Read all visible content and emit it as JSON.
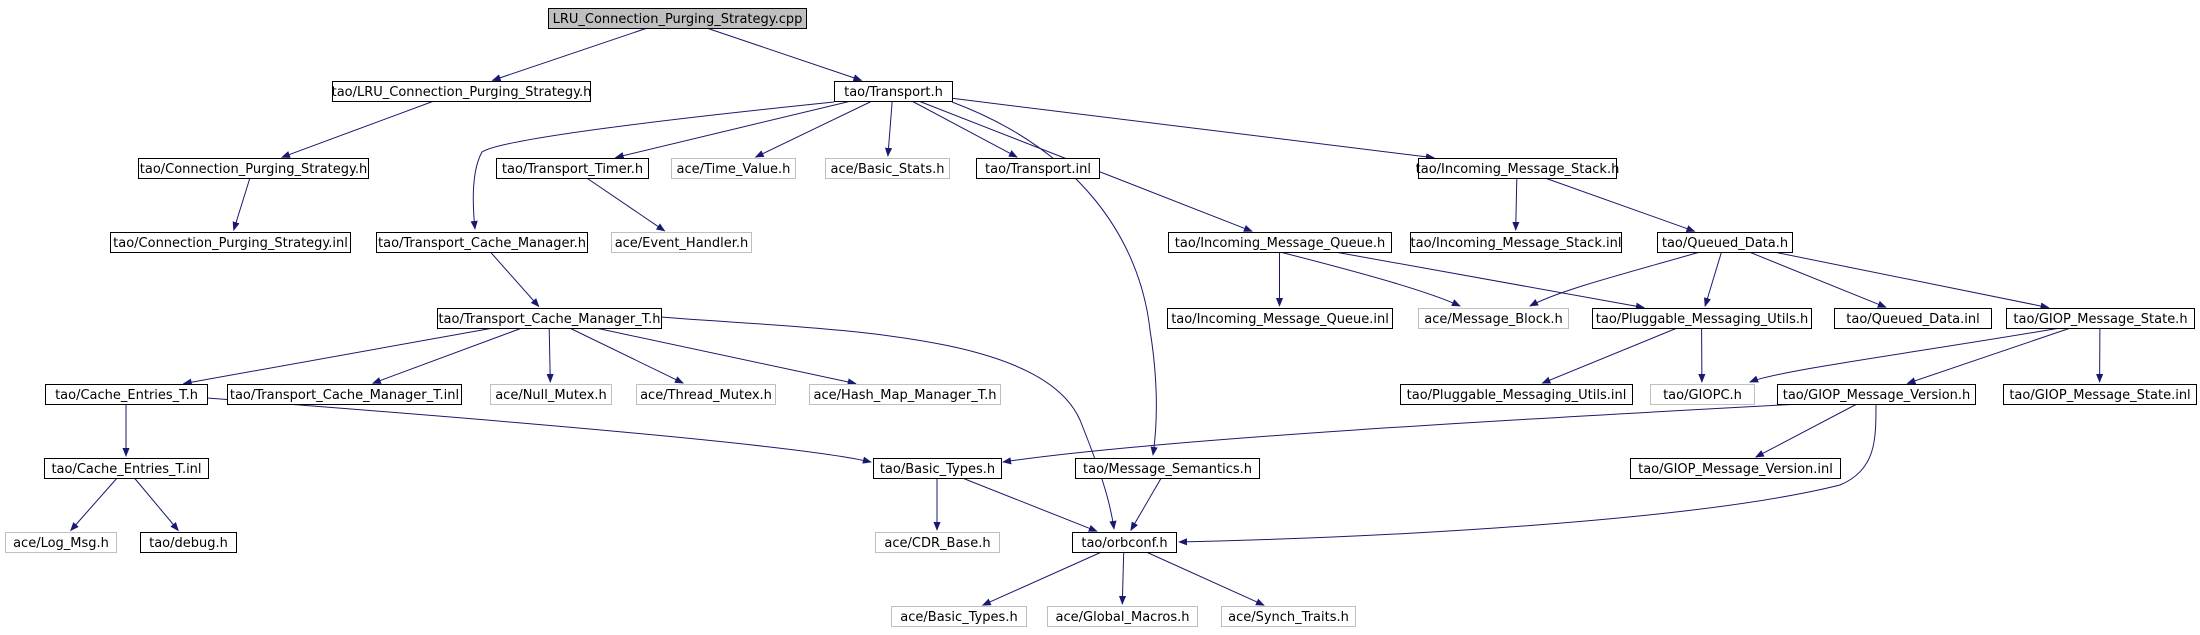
{
  "title": "LRU_Connection_Purging_Strategy.cpp",
  "colors": {
    "edge": "#191970",
    "root_fill": "#bfbfbf",
    "node_fill": "#ffffff",
    "border_documented": "#000000",
    "border_external": "#bfbfbf",
    "text": "#000000"
  },
  "nodes": [
    {
      "id": "n0",
      "label": "LRU_Connection_Purging_Strategy.cpp",
      "kind": "root"
    },
    {
      "id": "n1",
      "label": "tao/LRU_Connection_Purging_Strategy.h",
      "kind": "documented"
    },
    {
      "id": "n2",
      "label": "tao/Transport.h",
      "kind": "documented"
    },
    {
      "id": "n3",
      "label": "tao/Connection_Purging_Strategy.h",
      "kind": "documented"
    },
    {
      "id": "n4",
      "label": "tao/Connection_Purging_Strategy.inl",
      "kind": "documented"
    },
    {
      "id": "n5",
      "label": "tao/Transport_Timer.h",
      "kind": "documented"
    },
    {
      "id": "n6",
      "label": "ace/Time_Value.h",
      "kind": "external"
    },
    {
      "id": "n7",
      "label": "ace/Basic_Stats.h",
      "kind": "external"
    },
    {
      "id": "n8",
      "label": "tao/Transport.inl",
      "kind": "documented"
    },
    {
      "id": "n9",
      "label": "tao/Incoming_Message_Stack.h",
      "kind": "documented"
    },
    {
      "id": "n10",
      "label": "tao/Transport_Cache_Manager.h",
      "kind": "documented"
    },
    {
      "id": "n11",
      "label": "ace/Event_Handler.h",
      "kind": "external"
    },
    {
      "id": "n12",
      "label": "tao/Incoming_Message_Queue.h",
      "kind": "documented"
    },
    {
      "id": "n13",
      "label": "tao/Incoming_Message_Stack.inl",
      "kind": "documented"
    },
    {
      "id": "n14",
      "label": "tao/Queued_Data.h",
      "kind": "documented"
    },
    {
      "id": "n15",
      "label": "tao/Transport_Cache_Manager_T.h",
      "kind": "documented"
    },
    {
      "id": "n16",
      "label": "tao/Incoming_Message_Queue.inl",
      "kind": "documented"
    },
    {
      "id": "n17",
      "label": "ace/Message_Block.h",
      "kind": "external"
    },
    {
      "id": "n18",
      "label": "tao/Pluggable_Messaging_Utils.h",
      "kind": "documented"
    },
    {
      "id": "n19",
      "label": "tao/Queued_Data.inl",
      "kind": "documented"
    },
    {
      "id": "n20",
      "label": "tao/GIOP_Message_State.h",
      "kind": "documented"
    },
    {
      "id": "n21",
      "label": "tao/Cache_Entries_T.h",
      "kind": "documented"
    },
    {
      "id": "n22",
      "label": "tao/Transport_Cache_Manager_T.inl",
      "kind": "documented"
    },
    {
      "id": "n23",
      "label": "ace/Null_Mutex.h",
      "kind": "external"
    },
    {
      "id": "n24",
      "label": "ace/Thread_Mutex.h",
      "kind": "external"
    },
    {
      "id": "n25",
      "label": "ace/Hash_Map_Manager_T.h",
      "kind": "external"
    },
    {
      "id": "n26",
      "label": "tao/Pluggable_Messaging_Utils.inl",
      "kind": "documented"
    },
    {
      "id": "n27",
      "label": "tao/GIOPC.h",
      "kind": "external"
    },
    {
      "id": "n28",
      "label": "tao/GIOP_Message_Version.h",
      "kind": "documented"
    },
    {
      "id": "n29",
      "label": "tao/GIOP_Message_State.inl",
      "kind": "documented"
    },
    {
      "id": "n30",
      "label": "tao/Cache_Entries_T.inl",
      "kind": "documented"
    },
    {
      "id": "n31",
      "label": "tao/Basic_Types.h",
      "kind": "documented"
    },
    {
      "id": "n32",
      "label": "tao/Message_Semantics.h",
      "kind": "documented"
    },
    {
      "id": "n33",
      "label": "tao/GIOP_Message_Version.inl",
      "kind": "documented"
    },
    {
      "id": "n34",
      "label": "ace/Log_Msg.h",
      "kind": "external"
    },
    {
      "id": "n35",
      "label": "tao/debug.h",
      "kind": "documented"
    },
    {
      "id": "n36",
      "label": "ace/CDR_Base.h",
      "kind": "external"
    },
    {
      "id": "n37",
      "label": "tao/orbconf.h",
      "kind": "documented"
    },
    {
      "id": "n38",
      "label": "ace/Basic_Types.h",
      "kind": "external"
    },
    {
      "id": "n39",
      "label": "ace/Global_Macros.h",
      "kind": "external"
    },
    {
      "id": "n40",
      "label": "ace/Synch_Traits.h",
      "kind": "external"
    }
  ],
  "edges": [
    [
      "n0",
      "n1"
    ],
    [
      "n0",
      "n2"
    ],
    [
      "n1",
      "n3"
    ],
    [
      "n3",
      "n4"
    ],
    [
      "n2",
      "n10"
    ],
    [
      "n2",
      "n5"
    ],
    [
      "n2",
      "n6"
    ],
    [
      "n2",
      "n7"
    ],
    [
      "n2",
      "n8"
    ],
    [
      "n2",
      "n32"
    ],
    [
      "n2",
      "n12"
    ],
    [
      "n2",
      "n9"
    ],
    [
      "n5",
      "n11"
    ],
    [
      "n9",
      "n13"
    ],
    [
      "n9",
      "n14"
    ],
    [
      "n10",
      "n15"
    ],
    [
      "n12",
      "n16"
    ],
    [
      "n12",
      "n17"
    ],
    [
      "n12",
      "n18"
    ],
    [
      "n14",
      "n17"
    ],
    [
      "n14",
      "n18"
    ],
    [
      "n14",
      "n19"
    ],
    [
      "n14",
      "n20"
    ],
    [
      "n15",
      "n21"
    ],
    [
      "n15",
      "n22"
    ],
    [
      "n15",
      "n23"
    ],
    [
      "n15",
      "n24"
    ],
    [
      "n15",
      "n25"
    ],
    [
      "n15",
      "n37"
    ],
    [
      "n18",
      "n26"
    ],
    [
      "n18",
      "n27"
    ],
    [
      "n20",
      "n27"
    ],
    [
      "n20",
      "n28"
    ],
    [
      "n20",
      "n29"
    ],
    [
      "n21",
      "n30"
    ],
    [
      "n21",
      "n31"
    ],
    [
      "n28",
      "n31"
    ],
    [
      "n28",
      "n33"
    ],
    [
      "n28",
      "n37"
    ],
    [
      "n30",
      "n34"
    ],
    [
      "n30",
      "n35"
    ],
    [
      "n31",
      "n36"
    ],
    [
      "n31",
      "n37"
    ],
    [
      "n32",
      "n37"
    ],
    [
      "n37",
      "n38"
    ],
    [
      "n37",
      "n39"
    ],
    [
      "n37",
      "n40"
    ]
  ]
}
